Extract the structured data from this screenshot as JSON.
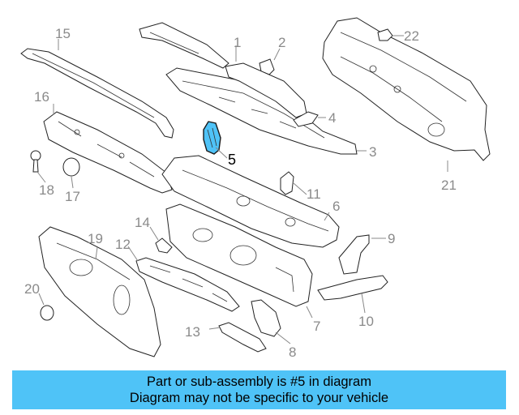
{
  "diagram": {
    "highlight_color": "#4fc3f7",
    "callouts": {
      "c1": "1",
      "c2": "2",
      "c3": "3",
      "c4": "4",
      "c5": "5",
      "c6": "6",
      "c7": "7",
      "c8": "8",
      "c9": "9",
      "c10": "10",
      "c11": "11",
      "c12": "12",
      "c13": "13",
      "c14": "14",
      "c15": "15",
      "c16": "16",
      "c17": "17",
      "c18": "18",
      "c19": "19",
      "c20": "20",
      "c21": "21",
      "c22": "22"
    }
  },
  "caption": {
    "line1": "Part or sub-assembly is #5 in diagram",
    "line2": "Diagram may not be specific to your vehicle",
    "background": "#4fc3f7"
  }
}
